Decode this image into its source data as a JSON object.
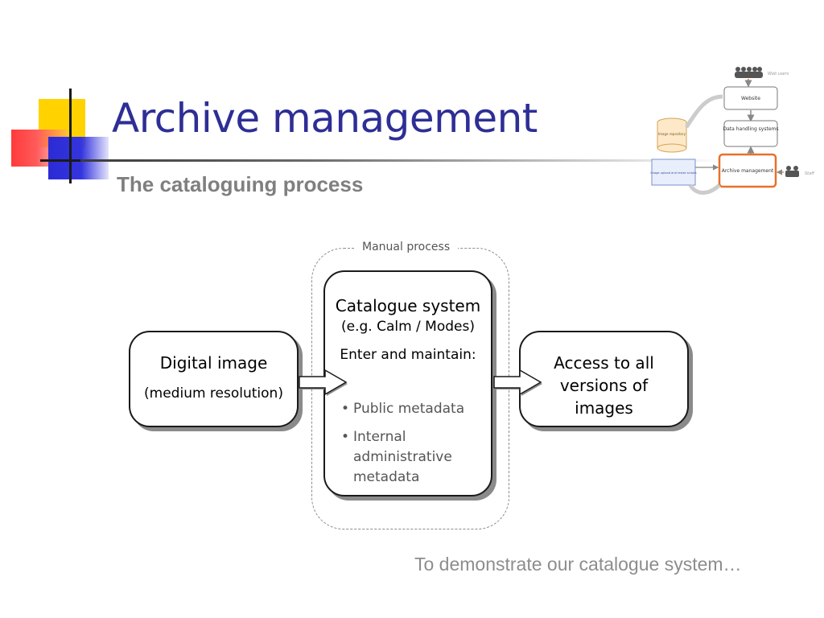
{
  "slide": {
    "title": "Archive management",
    "subtitle": "The cataloguing process",
    "footer": "To demonstrate our catalogue system…"
  },
  "diagram": {
    "frame_label": "Manual process",
    "left_box": {
      "title": "Digital image",
      "subtitle": "(medium resolution)"
    },
    "center_box": {
      "title": "Catalogue system",
      "subtitle": "(e.g. Calm / Modes)",
      "lead": "Enter and maintain:",
      "bullets": [
        "Public metadata",
        "Internal administrative metadata"
      ]
    },
    "right_box": {
      "text": "Access to all versions of images"
    }
  },
  "thumbnail": {
    "users_label": "Web users",
    "website": "Website",
    "data_handling": "Data handling systems",
    "image_repository": "Image repository",
    "upload_scripts": "Image upload and resize scripts",
    "archive_management": "Archive management",
    "staff_label": "Staff"
  },
  "colors": {
    "title": "#2e2e96",
    "subtitle": "#7f7f7f",
    "ornament_yellow": "#ffd200",
    "ornament_red": "#ff3a3a",
    "ornament_blue": "#2b2bd6",
    "highlight_orange": "#e8702a"
  }
}
